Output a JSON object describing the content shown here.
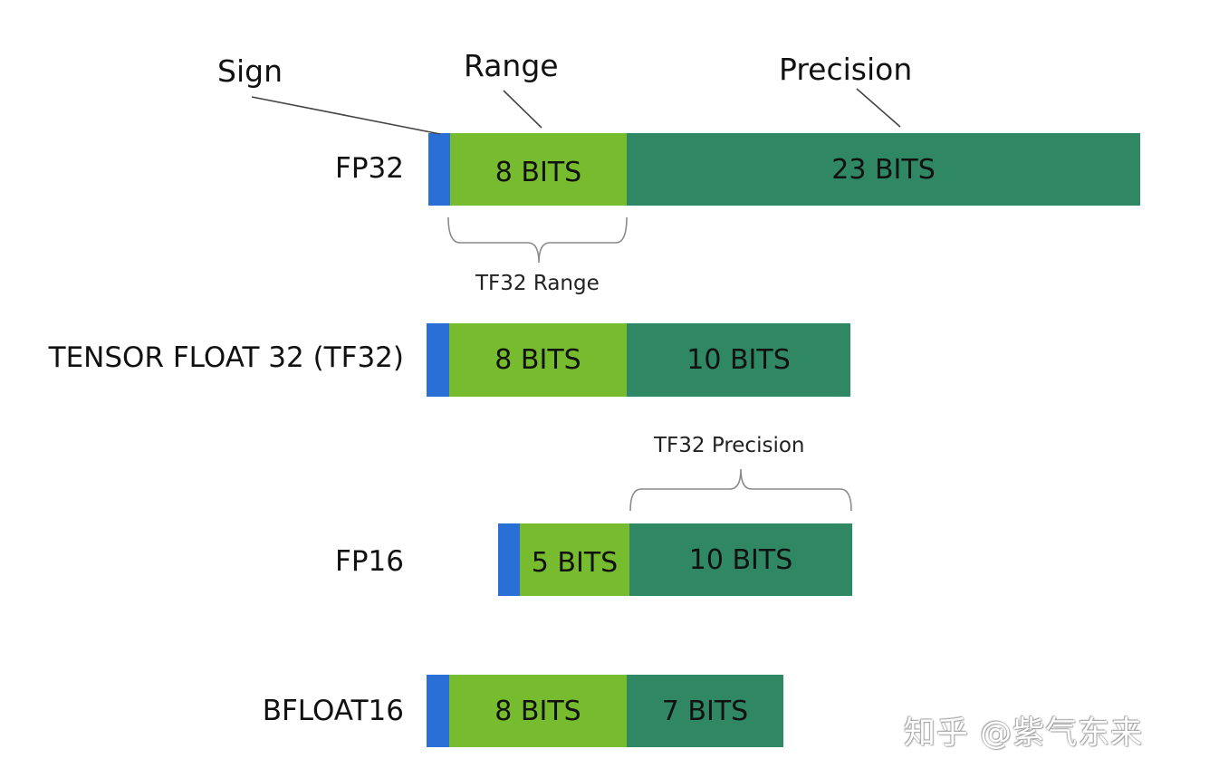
{
  "callouts": {
    "sign": "Sign",
    "range": "Range",
    "precision": "Precision"
  },
  "formats": [
    {
      "name": "FP32",
      "sign_bits_label": "",
      "range_label": "8 BITS",
      "precision_label": "23 BITS"
    },
    {
      "name": "TENSOR FLOAT 32 (TF32)",
      "sign_bits_label": "",
      "range_label": "8 BITS",
      "precision_label": "10 BITS"
    },
    {
      "name": "FP16",
      "sign_bits_label": "",
      "range_label": "5 BITS",
      "precision_label": "10 BITS"
    },
    {
      "name": "BFLOAT16",
      "sign_bits_label": "",
      "range_label": "8 BITS",
      "precision_label": "7 BITS"
    }
  ],
  "braces": {
    "tf32_range": "TF32 Range",
    "tf32_precision": "TF32 Precision"
  },
  "watermark": "知乎 @紫气东来",
  "colors": {
    "sign": "#2a6fd6",
    "range": "#76bc2e",
    "precision": "#2f8763"
  }
}
